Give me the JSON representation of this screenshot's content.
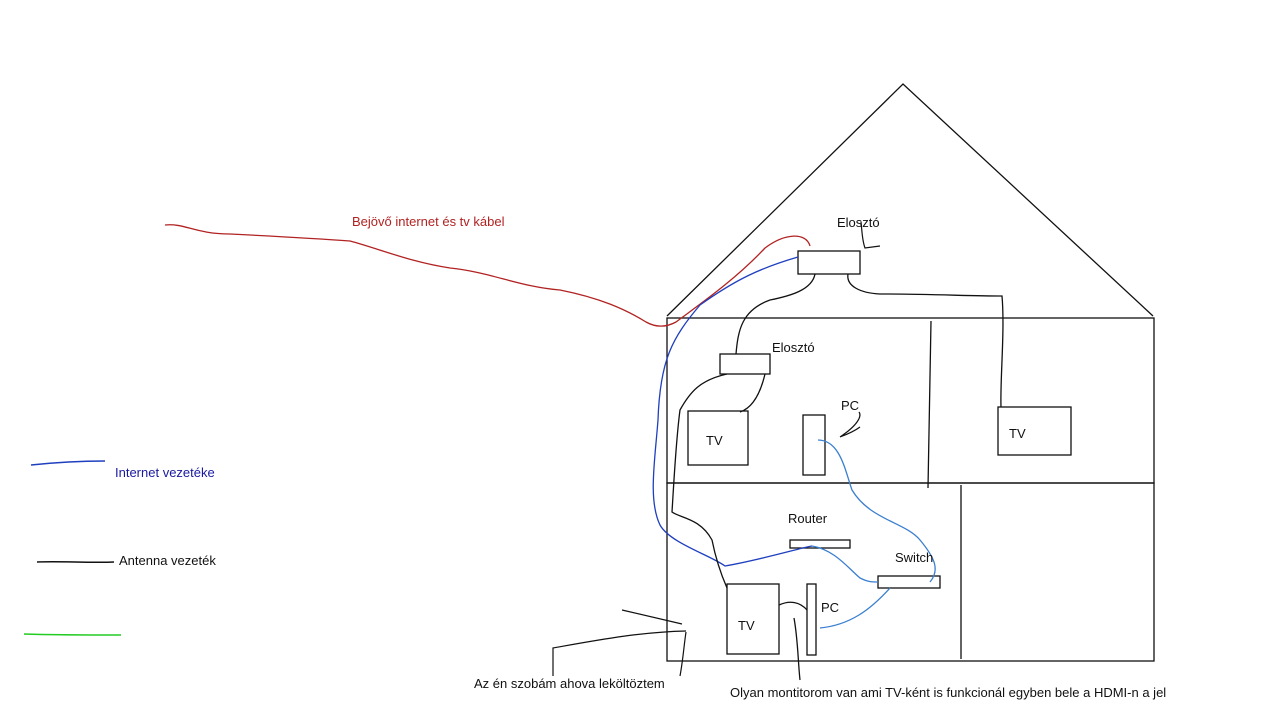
{
  "colors": {
    "internet_incoming": "#b22222",
    "internet_cable": "#1f3fbf",
    "internet_light": "#3a7fd0",
    "antenna_cable": "#111111",
    "legend_green": "#22cc22",
    "outline": "#111111",
    "background": "#ffffff"
  },
  "labels": {
    "incoming": "Bejövő internet és tv kábel",
    "splitter_attic": "Elosztó",
    "splitter_floor": "Elosztó",
    "tv_upper_left": "TV",
    "tv_upper_right": "TV",
    "tv_lower": "TV",
    "pc_upper": "PC",
    "pc_lower": "PC",
    "router": "Router",
    "switch": "Switch",
    "my_room": "Az én szobám ahova leköltöztem",
    "monitor_note": "Olyan montitorom van ami TV-ként is funkcionál egyben bele a HDMI-n a jel"
  },
  "legend": {
    "internet": "Internet vezetéke",
    "antenna": "Antenna vezeték"
  }
}
